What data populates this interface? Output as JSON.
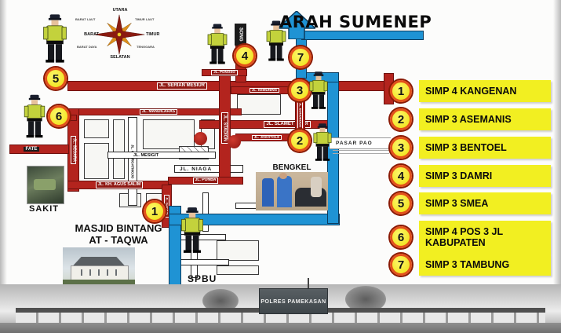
{
  "title": "ARAH SUMENEP",
  "compass": {
    "n": "UTARA",
    "e": "TIMUR",
    "s": "SELATAN",
    "w": "BARAT",
    "ne": "TIMUR LAUT",
    "se": "TENGGARA",
    "sw": "BARAT DAYA",
    "nw": "BARAT LAUT"
  },
  "legend": {
    "items": [
      {
        "num": "1",
        "label": "SIMP 4 KANGENAN"
      },
      {
        "num": "2",
        "label": "SIMP 3 ASEMANIS"
      },
      {
        "num": "3",
        "label": "SIMP 3 BENTOEL"
      },
      {
        "num": "4",
        "label": "SIMP 3 DAMRI"
      },
      {
        "num": "5",
        "label": "SIMP 3 SMEA"
      },
      {
        "num": "6",
        "label": "SIMP 4 POS 3 JL KABUPATEN"
      },
      {
        "num": "7",
        "label": "SIMP 3 TAMBUNG"
      }
    ]
  },
  "map": {
    "markers": [
      "1",
      "2",
      "3",
      "4",
      "5",
      "6",
      "7"
    ],
    "streets": {
      "serian_mesiur": "JL. SERIAN MESIUR",
      "mandilaras": "JL. MANDILARAS",
      "slamet_riadi": "JL. SLAMET RIADI",
      "segara": "JL. SEGARA",
      "cokroatmojo": "JL. COKROATMOJO",
      "stadion": "JL. STADION",
      "mesigit": "JL. MESIGIT",
      "niaga": "JL. NIAGA",
      "ponba": "JL. PONBA",
      "agus_salim": "JL. KH. AGUS SALIM",
      "jokotole": "JL. JOKOTOLE",
      "kemuning": "JL. KEMUNING",
      "bonorogo": "JL. BONOROGO",
      "gading": "JL. GADING",
      "ponoso": "JL. PONOSO",
      "song": "SONG",
      "fate": "FATE"
    },
    "places": {
      "pasar_pao": "PASAR PAO",
      "bengkel": "BENGKEL",
      "spbu": "SPBU",
      "sakit": "SAKIT",
      "masjid_line1": "MASJID BINTANG",
      "masjid_line2": "AT - TAQWA",
      "polres": "POLRES PAMEKASAN"
    }
  },
  "colors": {
    "road_red": "#b3241e",
    "route_blue": "#1f93d4",
    "legend_yellow": "#f2ef21",
    "ring_orange": "#e2511b"
  }
}
